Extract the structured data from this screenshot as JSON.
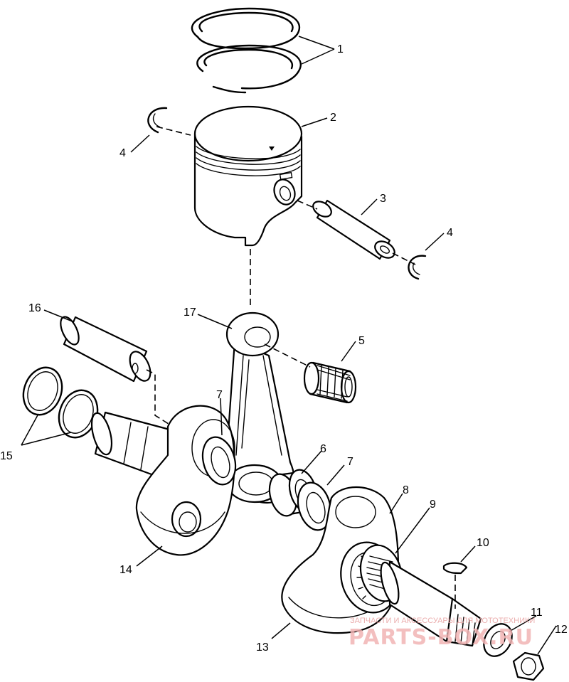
{
  "callouts": [
    {
      "number": "1",
      "part": "piston-rings"
    },
    {
      "number": "2",
      "part": "piston"
    },
    {
      "number": "3",
      "part": "piston-pin"
    },
    {
      "number": "4",
      "part": "circlip-left"
    },
    {
      "number": "4",
      "part": "circlip-right"
    },
    {
      "number": "5",
      "part": "needle-bearing"
    },
    {
      "number": "6",
      "part": "crank-bearing"
    },
    {
      "number": "7",
      "part": "thrust-washer-left"
    },
    {
      "number": "7",
      "part": "thrust-washer-right"
    },
    {
      "number": "8",
      "part": "main-bearing"
    },
    {
      "number": "9",
      "part": "oil-seal"
    },
    {
      "number": "10",
      "part": "woodruff-key"
    },
    {
      "number": "11",
      "part": "washer"
    },
    {
      "number": "12",
      "part": "nut"
    },
    {
      "number": "13",
      "part": "crankshaft-half-right"
    },
    {
      "number": "14",
      "part": "crankshaft-half-left"
    },
    {
      "number": "15",
      "part": "seal-rings"
    },
    {
      "number": "16",
      "part": "crank-pin"
    },
    {
      "number": "17",
      "part": "connecting-rod"
    }
  ],
  "watermark": {
    "tagline": "ЗАПЧАСТИ И АКСЕССУАРЫ ДЛЯ МОТОТЕХНИКИ",
    "brand": "PARTS-BOX.RU",
    "color": "#f2b4b4"
  }
}
